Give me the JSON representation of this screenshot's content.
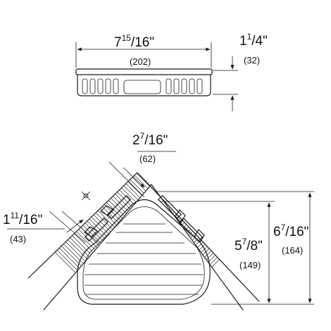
{
  "dimensions": {
    "width_top": {
      "whole": "7",
      "num": "15",
      "den": "16\"",
      "mm": "(202)"
    },
    "height_top": {
      "whole": "1",
      "num": "1",
      "den": "4\"",
      "mm": "(32)"
    },
    "depth_corner": {
      "whole": "2",
      "num": "7",
      "den": "16\"",
      "mm": "(62)"
    },
    "wall_offset": {
      "whole": "1",
      "num": "11",
      "den": "16\"",
      "mm": "(43)"
    },
    "basket_depth": {
      "whole": "5",
      "num": "7",
      "den": "8\"",
      "mm": "(149)"
    },
    "overall_depth": {
      "whole": "6",
      "num": "7",
      "den": "16\"",
      "mm": "(164)"
    }
  }
}
